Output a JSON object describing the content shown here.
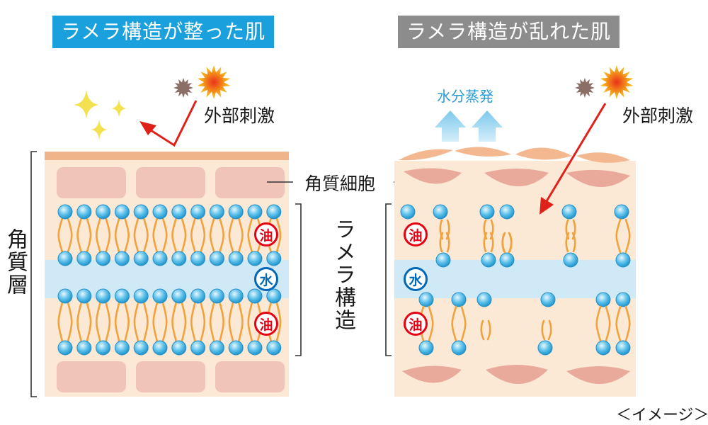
{
  "left_panel": {
    "title": "ラメラ構造が整った肌",
    "external_stimulus": "外部刺激",
    "horny_layer": "角質層",
    "oil_label": "油",
    "water_label": "水"
  },
  "right_panel": {
    "title": "ラメラ構造が乱れた肌",
    "external_stimulus": "外部刺激",
    "evaporation": "水分蒸発",
    "oil_label": "油",
    "water_label": "水"
  },
  "center": {
    "corneocyte": "角質細胞",
    "lamellar_structure": "ラメラ構造"
  },
  "footnote": "＜イメージ＞",
  "colors": {
    "title_left_bg": "#1aa0dc",
    "title_right_bg": "#8c8c8c",
    "skin_bg": "#fbe9d5",
    "corneocyte": "#f1c4b8",
    "water_band": "#cfe9f6",
    "lipid_head": "#4fb8e6",
    "lipid_tail": "#f0a23c",
    "arrow": "#e0211a",
    "oil": "#e60012",
    "water": "#0068b7"
  }
}
